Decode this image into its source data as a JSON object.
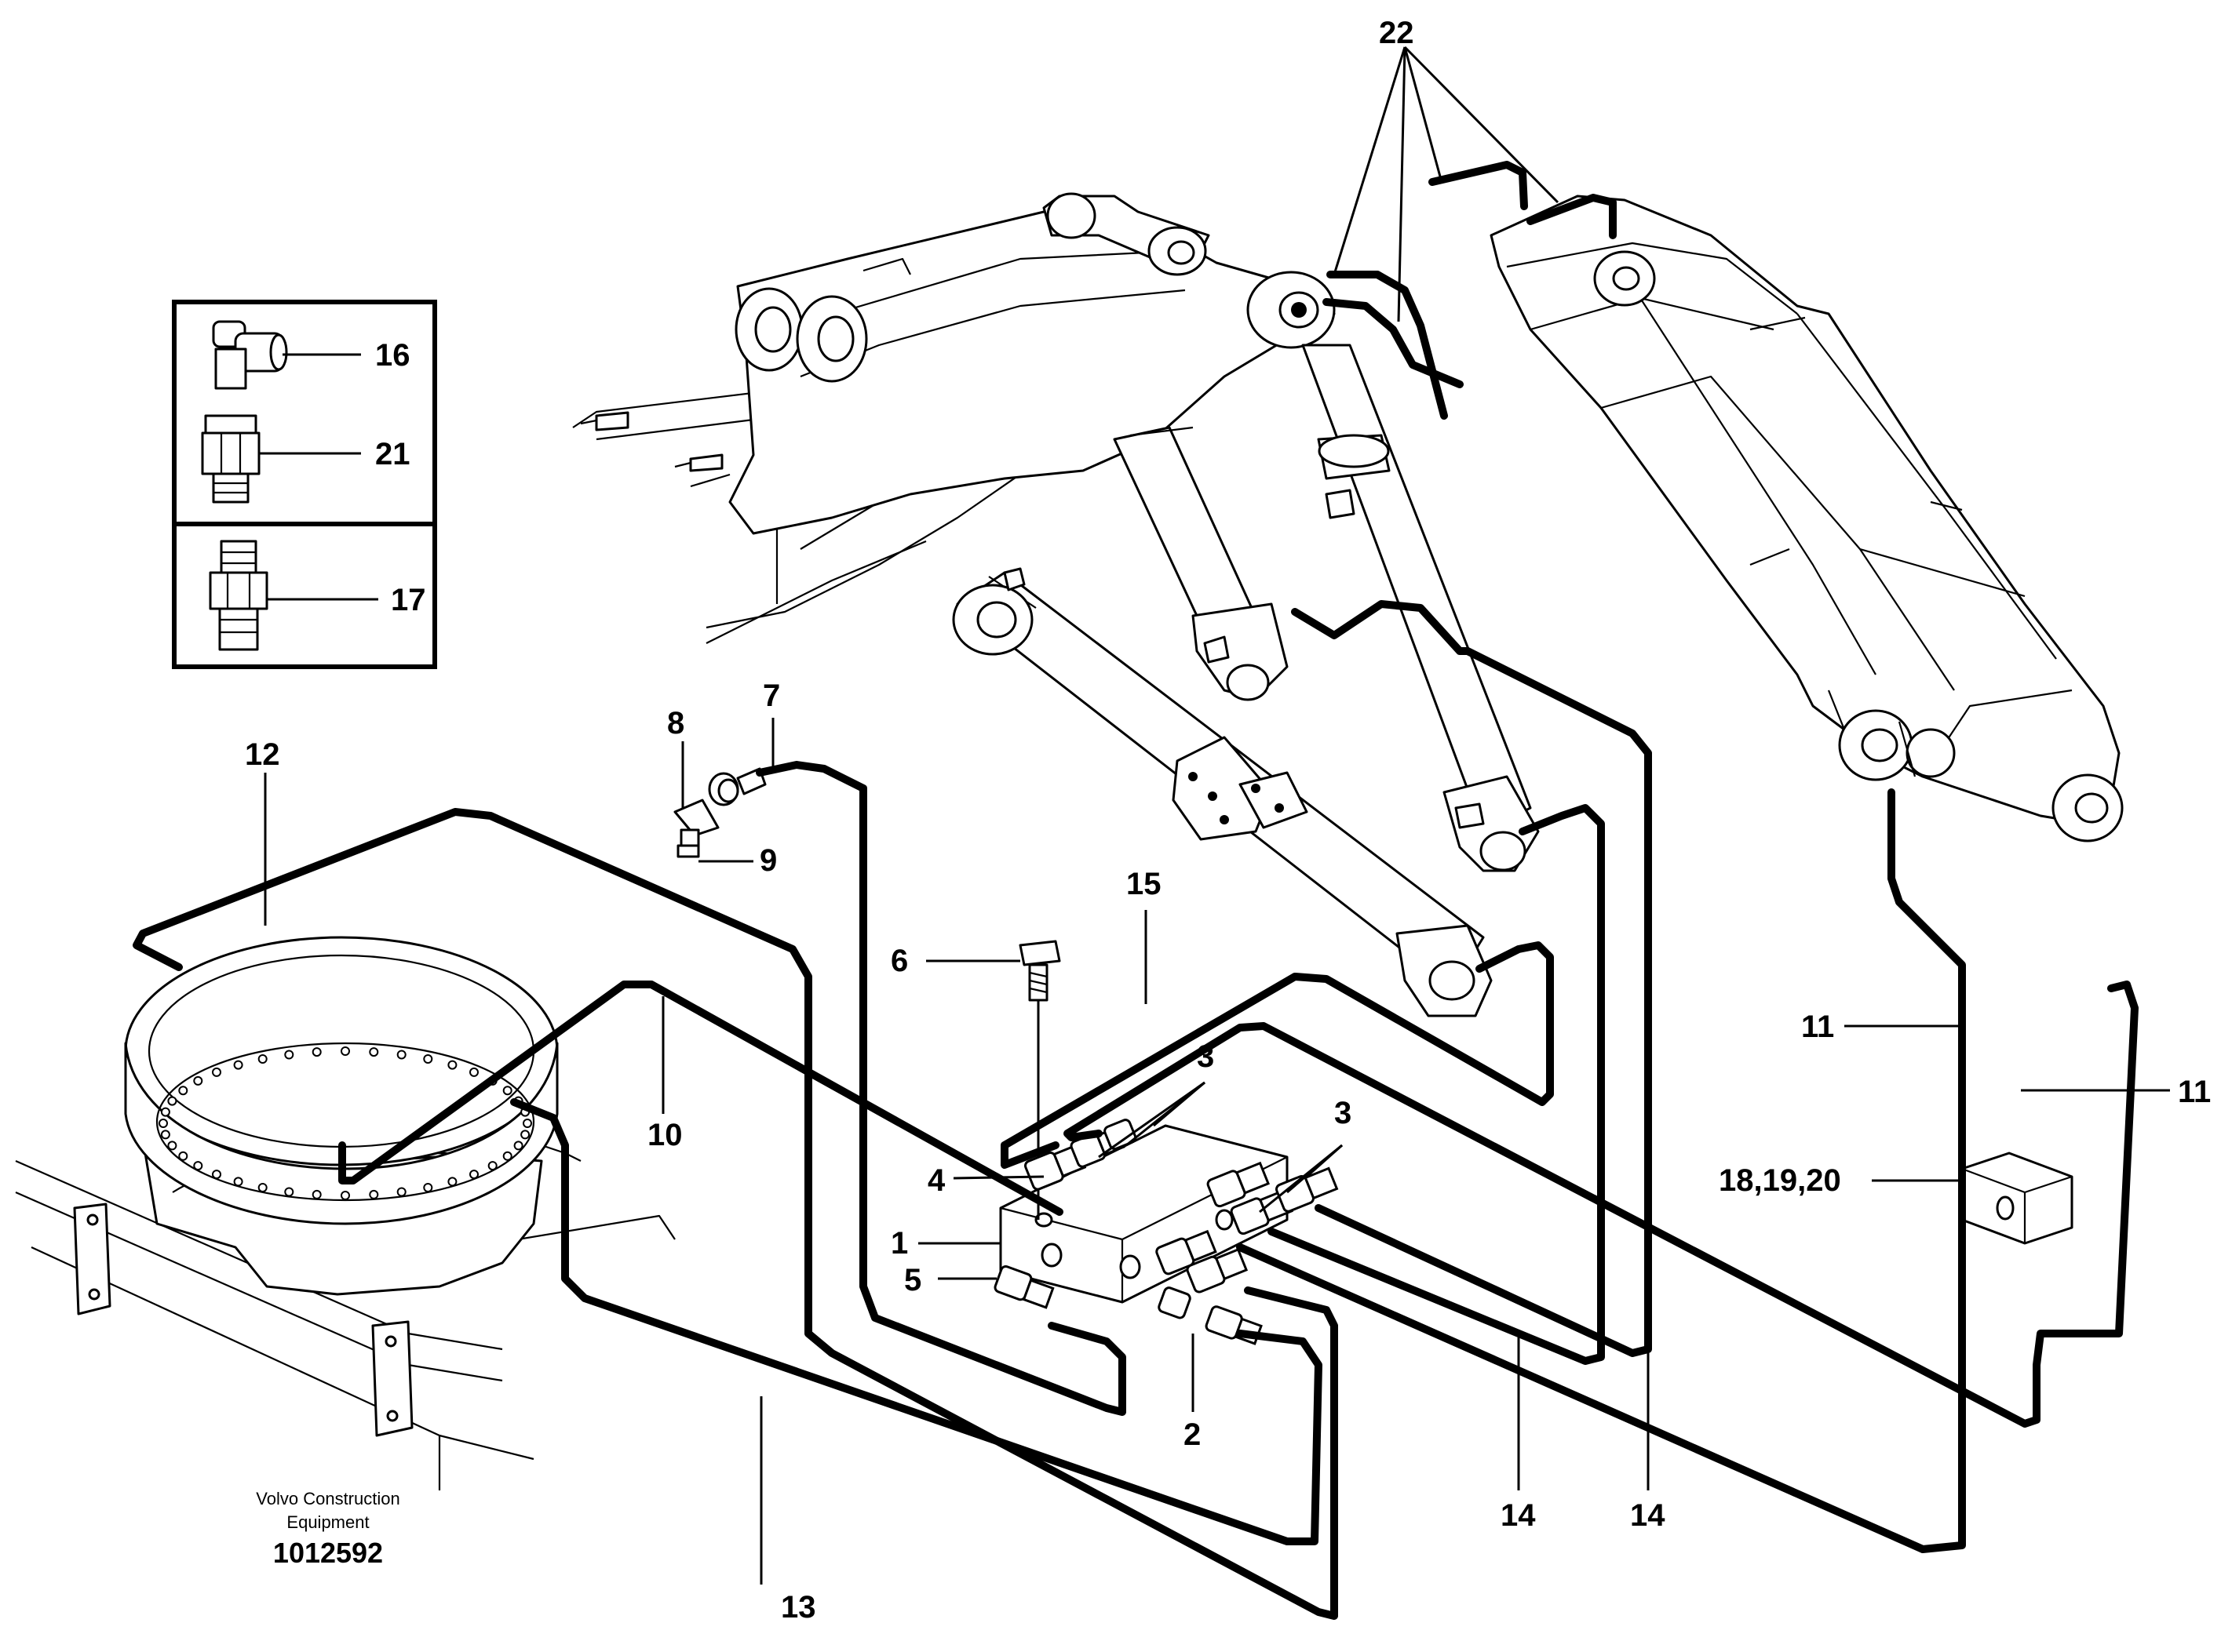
{
  "callouts": {
    "c1": "1",
    "c2": "2",
    "c3a": "3",
    "c3b": "3",
    "c4": "4",
    "c5": "5",
    "c6": "6",
    "c7": "7",
    "c8": "8",
    "c9": "9",
    "c10": "10",
    "c11a": "11",
    "c11b": "11",
    "c12": "12",
    "c13": "13",
    "c14a": "14",
    "c14b": "14",
    "c15": "15",
    "c16": "16",
    "c17": "17",
    "c18": "18,19,20",
    "c21": "21",
    "c22": "22"
  },
  "footer": {
    "line1": "Volvo Construction",
    "line2": "Equipment",
    "code": "1012592"
  }
}
